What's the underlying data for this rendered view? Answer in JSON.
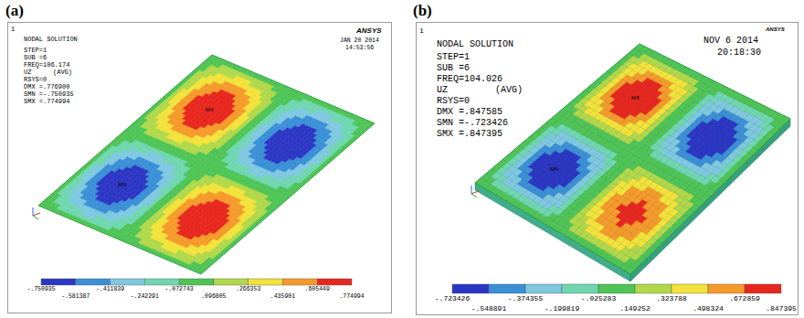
{
  "diagram": {
    "labels": [
      "(a)",
      "(b)",
      "1",
      "NODAL SOLUTION",
      "STEP=1",
      "SUB =6",
      "FREQ=106.174",
      "UZ",
      "(AVG)",
      "RSYS=0",
      "DMX =.776900",
      "SMN =-.750935",
      "SMX =.774994",
      "ANSYS",
      "JAN 20 2014",
      "14:53:56",
      "MX",
      "MN",
      "-.750935",
      "-.581387",
      "-.411839",
      "-.242291",
      "-.072743",
      ".096805",
      ".266353",
      ".435901",
      ".605449",
      ".774994",
      "1",
      "NODAL SOLUTION",
      "STEP=1",
      "SUB =6",
      "FREQ=104.026",
      "UZ",
      "(AVG)",
      "RSYS=0",
      "DMX =.847585",
      "SMN =-.723426",
      "SMX =.847395",
      "NOV 6 2014",
      "20:18:30",
      "ANSYS",
      "MX",
      "MN",
      "-.723426",
      "-.548891",
      "-.374355",
      "-.199819",
      "-.025283",
      ".149252",
      ".323788",
      ".498324",
      ".672859",
      ".847395"
    ]
  }
}
